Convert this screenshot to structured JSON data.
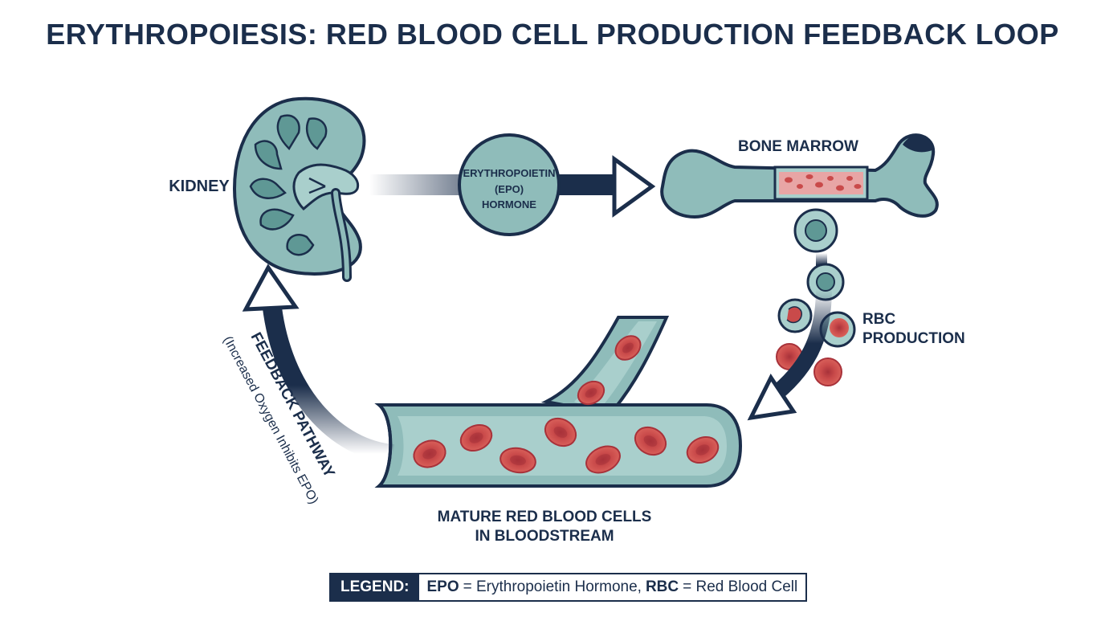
{
  "title": "ERYTHROPOIESIS: RED BLOOD CELL PRODUCTION FEEDBACK LOOP",
  "labels": {
    "kidney": "KIDNEY",
    "hormone_line1": "ERYTHROPOIETIN",
    "hormone_line2": "(EPO)",
    "hormone_line3": "HORMONE",
    "bone_marrow": "BONE MARROW",
    "rbc_line1": "RBC",
    "rbc_line2": "PRODUCTION",
    "bloodstream_line1": "MATURE RED BLOOD CELLS",
    "bloodstream_line2": "IN BLOODSTREAM",
    "feedback_title": "FEEDBACK PATHWAY",
    "feedback_sub": "(Increased Oxygen Inhibits EPO)"
  },
  "legend": {
    "tag": "LEGEND:",
    "term1": "EPO",
    "def1": "= Erythropoietin Hormone,",
    "term2": "RBC",
    "def2": "= Red Blood Cell"
  },
  "colors": {
    "navy": "#1b2e4b",
    "teal": "#8fbcba",
    "teal_light": "#a9cfcc",
    "teal_dark": "#5f9895",
    "red": "#c94a4a",
    "red_dark": "#a8323a"
  },
  "icons": [
    "kidney-icon",
    "hormone-circle-icon",
    "bone-icon",
    "stem-cell-icon",
    "blood-vessel-icon",
    "red-blood-cell-icon"
  ]
}
